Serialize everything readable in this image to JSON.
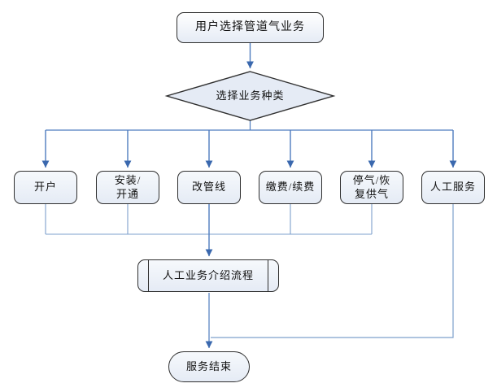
{
  "flowchart": {
    "kind": "flowchart",
    "nodes": {
      "start": {
        "type": "terminator",
        "label": "用户选择管道气业务"
      },
      "decision": {
        "type": "decision",
        "label": "选择业务种类"
      },
      "options": [
        {
          "type": "process",
          "label": "开户"
        },
        {
          "type": "process",
          "label": "安装/\n开通"
        },
        {
          "type": "process",
          "label": "改管线"
        },
        {
          "type": "process",
          "label": "缴费/续费"
        },
        {
          "type": "process",
          "label": "停气/恢\n复供气"
        },
        {
          "type": "process",
          "label": "人工服务"
        }
      ],
      "intro": {
        "type": "predefined-process",
        "label": "人工业务介绍流程"
      },
      "end": {
        "type": "terminator",
        "label": "服务结束"
      }
    },
    "edges": [
      {
        "from": "用户选择管道气业务",
        "to": "选择业务种类",
        "arrow": true
      },
      {
        "from": "选择业务种类",
        "to": "开户",
        "arrow": true
      },
      {
        "from": "选择业务种类",
        "to": "安装/开通",
        "arrow": true
      },
      {
        "from": "选择业务种类",
        "to": "改管线",
        "arrow": true
      },
      {
        "from": "选择业务种类",
        "to": "缴费/续费",
        "arrow": true
      },
      {
        "from": "选择业务种类",
        "to": "停气/恢复供气",
        "arrow": true
      },
      {
        "from": "选择业务种类",
        "to": "人工服务",
        "arrow": true
      },
      {
        "from": "开户",
        "to": "人工业务介绍流程",
        "arrow": true
      },
      {
        "from": "安装/开通",
        "to": "人工业务介绍流程",
        "arrow": true
      },
      {
        "from": "改管线",
        "to": "人工业务介绍流程",
        "arrow": true
      },
      {
        "from": "缴费/续费",
        "to": "人工业务介绍流程",
        "arrow": true
      },
      {
        "from": "停气/恢复供气",
        "to": "人工业务介绍流程",
        "arrow": true
      },
      {
        "from": "人工业务介绍流程",
        "to": "服务结束",
        "arrow": true
      },
      {
        "from": "人工服务",
        "to": "服务结束",
        "arrow": true
      }
    ],
    "colors": {
      "background": "#ffffff",
      "node_border": "#2f2f2f",
      "node_fill": "#e5ebf5",
      "node_fill_light": "#f6f9fc",
      "node_text": "#111111",
      "connector_thin": "#7da0cc",
      "connector_arrow": "#4e7cbf",
      "arrowhead": "#3a68ae"
    }
  }
}
